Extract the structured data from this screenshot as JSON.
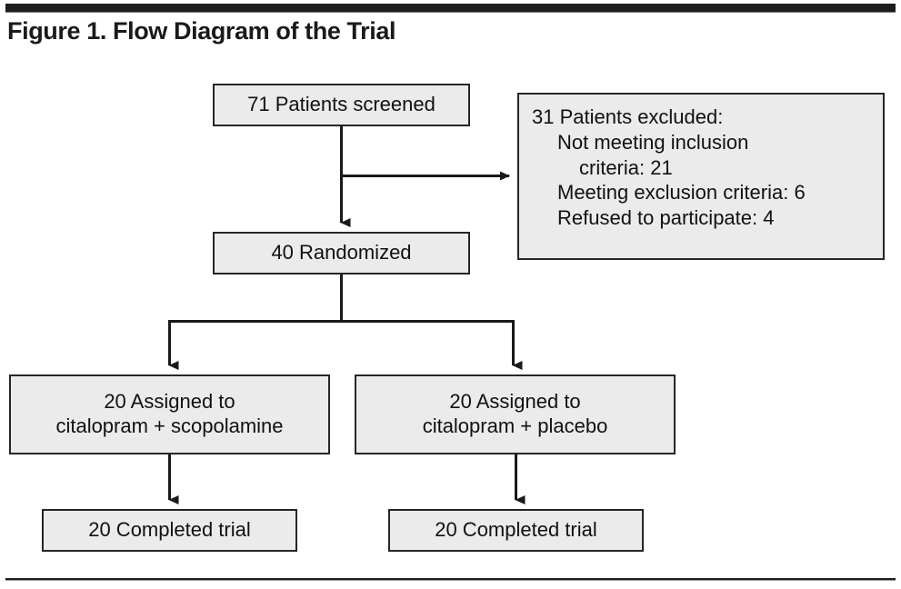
{
  "figure": {
    "title": "Figure 1. Flow Diagram of the Trial",
    "colors": {
      "node_fill": "#ebebeb",
      "node_border": "#262626",
      "rule": "#1d1d1d",
      "text": "#111111"
    }
  },
  "nodes": {
    "screened": {
      "label": "71 Patients screened"
    },
    "excluded": {
      "heading": "31 Patients excluded:",
      "reasons": [
        {
          "line1": "Not meeting inclusion",
          "line2": "criteria: 21"
        },
        {
          "line1": "Meeting exclusion criteria: 6"
        },
        {
          "line1": "Refused to participate: 4"
        }
      ]
    },
    "randomized": {
      "label": "40 Randomized"
    },
    "assigned_left": {
      "line1": "20 Assigned to",
      "line2": "citalopram + scopolamine"
    },
    "assigned_right": {
      "line1": "20 Assigned to",
      "line2": "citalopram + placebo"
    },
    "completed_left": {
      "label": "20 Completed trial"
    },
    "completed_right": {
      "label": "20 Completed trial"
    }
  },
  "flow": {
    "screened_to_randomized": "arrow-down",
    "screened_to_excluded": "arrow-right",
    "randomized_split": "t-split-two-arms",
    "assigned_left_to_completed_left": "arrow-down",
    "assigned_right_to_completed_right": "arrow-down"
  }
}
